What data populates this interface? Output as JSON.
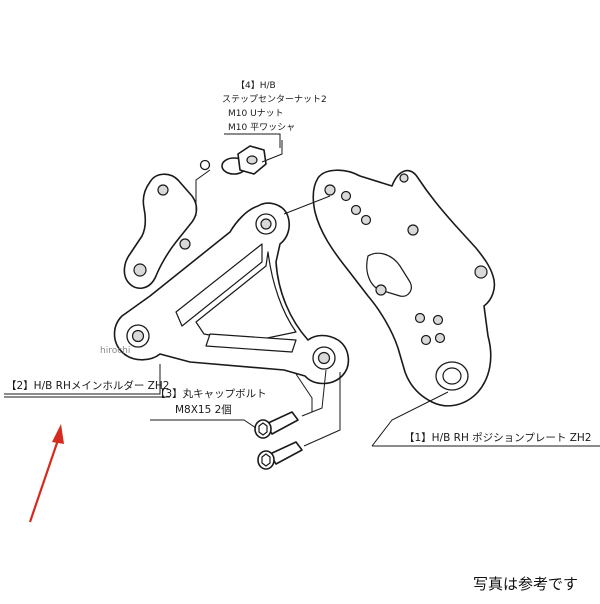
{
  "diagram": {
    "label_part4": {
      "line1": "【4】H/B",
      "line2": "ステップセンターナット2",
      "line3": "M10 Uナット",
      "line4": "M10 平ワッシャ"
    },
    "label_part2": "【2】H/B RHメインホルダー ZH2",
    "label_part3": {
      "line1": "【3】丸キャップボルト",
      "line2": "M8X15 2個"
    },
    "label_part1": "【1】H/B RH ポジションプレート ZH2"
  },
  "watermark": "hirochi",
  "caption": "写真は参考です",
  "arrow_color": "#d62a1e"
}
